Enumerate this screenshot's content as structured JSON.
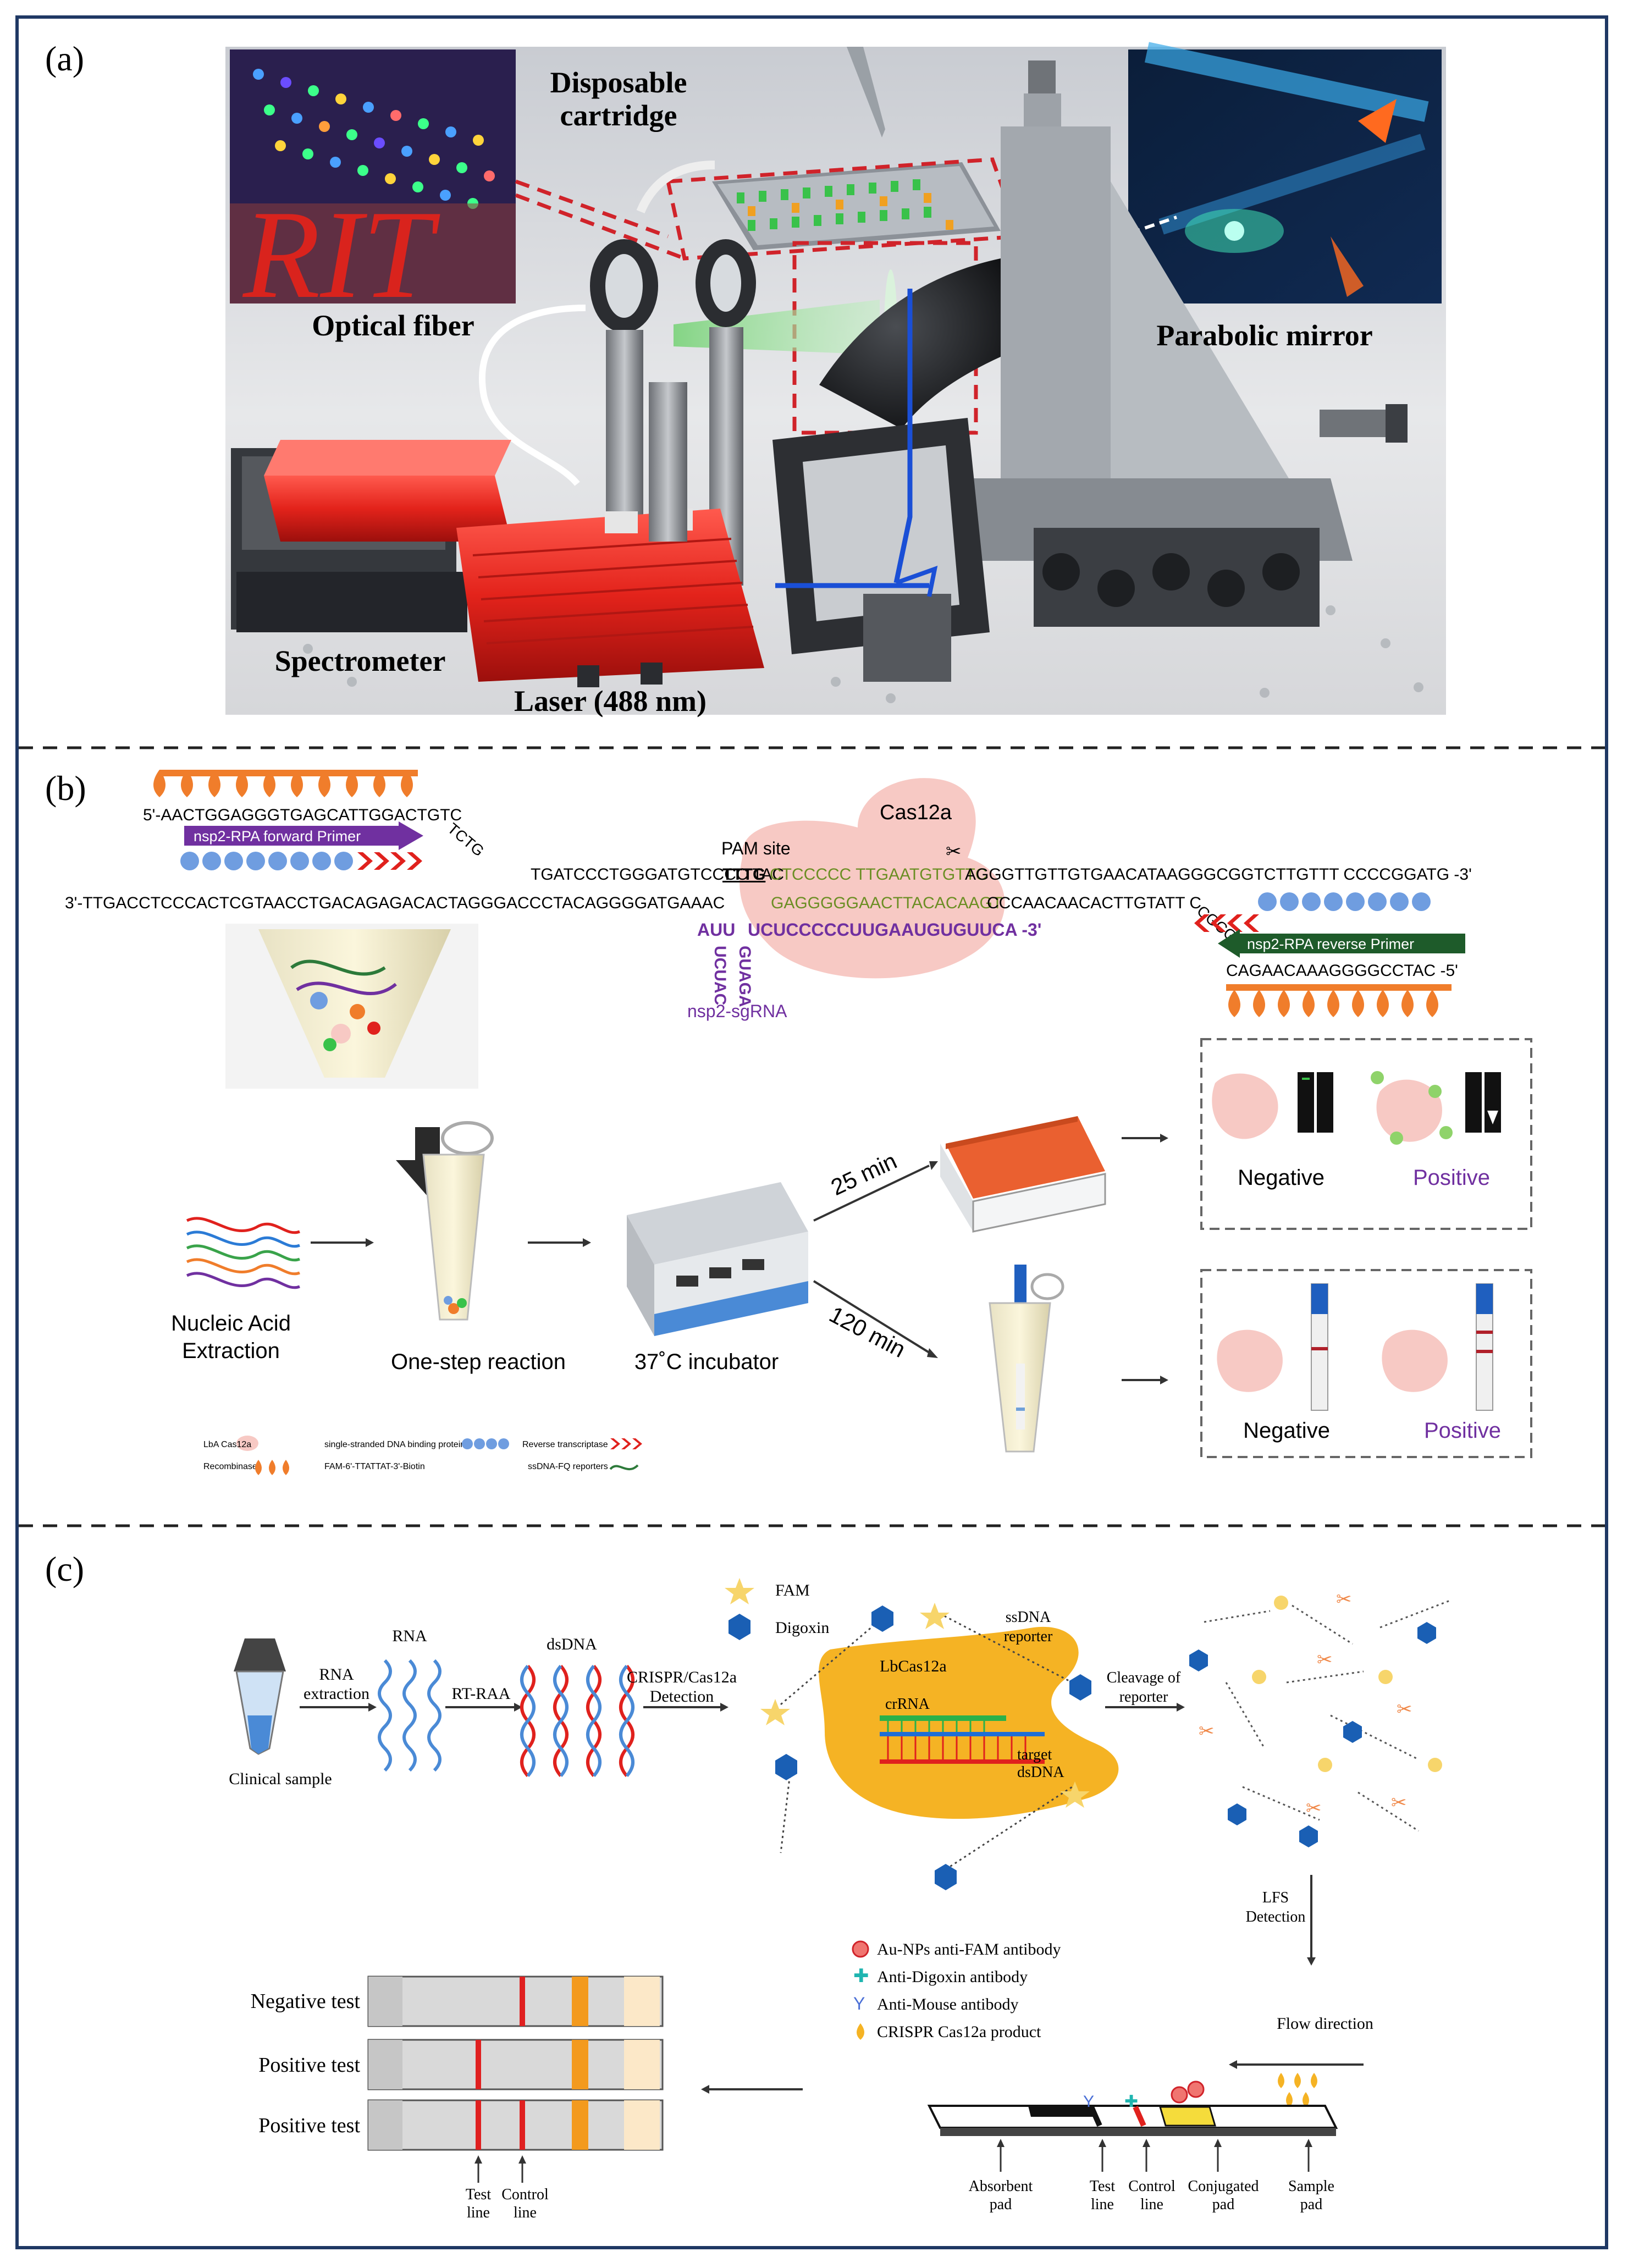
{
  "panels": {
    "a": {
      "label": "(a)",
      "photo_label": "RIT",
      "callouts": {
        "cartridge_line1": "Disposable",
        "cartridge_line2": "cartridge",
        "optical_fiber": "Optical fiber",
        "parabolic_mirror": "Parabolic mirror",
        "spectrometer": "Spectrometer",
        "laser": "Laser (488 nm)"
      }
    },
    "b": {
      "label": "(b)",
      "seq_top_5": "5'-AACTGGAGGGTGAGCATTGGACTGTC",
      "seq_bend_top": "TCTG",
      "seq_top_mid": "TGATCCCTGGGATGTCCCC TAC",
      "pam_motif": "TTTG",
      "target_top": "CTCCCCC TTGAATGTGTTC",
      "seq_top_tail": "AGGGTTGTTGTGAACATAAGGGCGGTCTTGTTT CCCCGGATG -3'",
      "seq_bottom": "3'-TTGACCTCCCACTCGTAACCTGACAGAGACACTAGGGACCCTACAGGGGATGAAAC",
      "target_bottom": "GAGGGGGAACTTACACAAGT",
      "seq_bottom_tail": "CCCAACAACACTTGTATT C",
      "seq_bend_bottom": "CGCG",
      "seq_rev_5": "CAGAACAAAGGGGCCTAC -5'",
      "pam_site": "PAM site",
      "cas12a": "Cas12a",
      "sgrna_5": "AUU",
      "sgrna_seq": "UCUCCCCCUUGAAUGUGUUCA -3'",
      "sgrna_loop_left": "UCUAC",
      "sgrna_loop_right": "GUAGA",
      "sgrna_name": "nsp2-sgRNA",
      "fwd_primer": "nsp2-RPA forward Primer",
      "rev_primer": "nsp2-RPA reverse Primer",
      "steps": {
        "extraction_line1": "Nucleic Acid",
        "extraction_line2": "Extraction",
        "one_step": "One-step reaction",
        "incubator": "37˚C incubator",
        "time_fast": "25 min",
        "time_slow": "120 min"
      },
      "results_top": {
        "negative": "Negative",
        "positive": "Positive"
      },
      "results_bottom": {
        "negative": "Negative",
        "positive": "Positive"
      },
      "legend": {
        "cas12a": "LbA Cas12a",
        "ssb": "single-stranded DNA binding protein",
        "rt": "Reverse transcriptase",
        "recombinase": "Recombinase",
        "fam_biotin": "FAM-6'-TTATTAT-3'-Biotin",
        "reporter": "ssDNA-FQ reporters"
      }
    },
    "c": {
      "label": "(c)",
      "clinical_sample": "Clinical sample",
      "rna_extraction_1": "RNA",
      "rna_extraction_2": "extraction",
      "rna": "RNA",
      "rt_raa": "RT-RAA",
      "dsdna": "dsDNA",
      "crispr_1": "CRISPR/Cas12a",
      "crispr_2": "Detection",
      "fam_key": "FAM",
      "digoxin_key": "Digoxin",
      "ssdna_1": "ssDNA",
      "ssdna_2": "reporter",
      "lbcas12a": "LbCas12a",
      "crrna": "crRNA",
      "target_1": "target",
      "target_2": "dsDNA",
      "cleavage_1": "Cleavage of",
      "cleavage_2": "reporter",
      "lfs_1": "LFS",
      "lfs_2": "Detection",
      "flow_direction": "Flow direction",
      "legend": {
        "au": "Au-NPs anti-FAM antibody",
        "digoxin": "Anti-Digoxin antibody",
        "mouse": "Anti-Mouse antibody",
        "product": "CRISPR Cas12a product"
      },
      "strip_parts": {
        "absorbent_1": "Absorbent",
        "absorbent_2": "pad",
        "test_1": "Test",
        "test_2": "line",
        "control_1": "Control",
        "control_2": "line",
        "conjugated_1": "Conjugated",
        "conjugated_2": "pad",
        "sample_1": "Sample",
        "sample_2": "pad"
      },
      "results": [
        "Negative test",
        "Positive test",
        "Positive test"
      ],
      "result_lines": {
        "test_1": "Test",
        "test_2": "line",
        "control_1": "Control",
        "control_2": "line"
      }
    }
  },
  "colors": {
    "border": "#1f3864",
    "dashed_red": "#d0232a",
    "primer_purple": "#7030a0",
    "primer_green": "#1e5b2a",
    "cas_pink": "#f7c9c4",
    "cas_yellow": "#f5b324",
    "strip_red": "#e02020",
    "strip_orange": "#f39a1e"
  }
}
